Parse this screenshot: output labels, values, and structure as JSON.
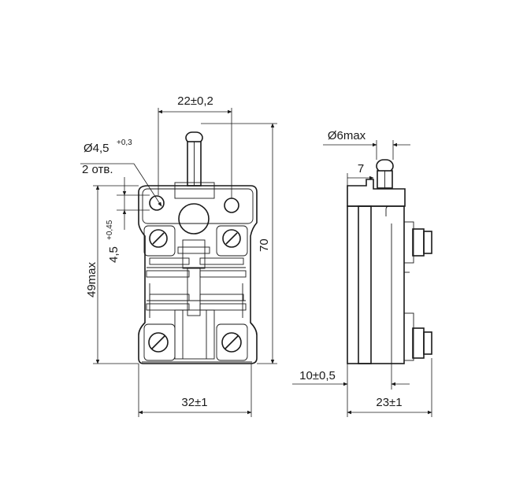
{
  "dimensions": {
    "pitch": "22±0,2",
    "hole_dia": "Ø4,5",
    "hole_dia_tol": "+0,3",
    "holes_count": "2 отв.",
    "hole_offset": "4,5",
    "hole_offset_tol": "+0,45",
    "body_max_height": "49max",
    "overall_height": "70",
    "body_width": "32±1",
    "plunger_dia": "Ø6max",
    "plunger_offset": "7",
    "base_offset": "10±0,5",
    "side_width": "23±1"
  }
}
